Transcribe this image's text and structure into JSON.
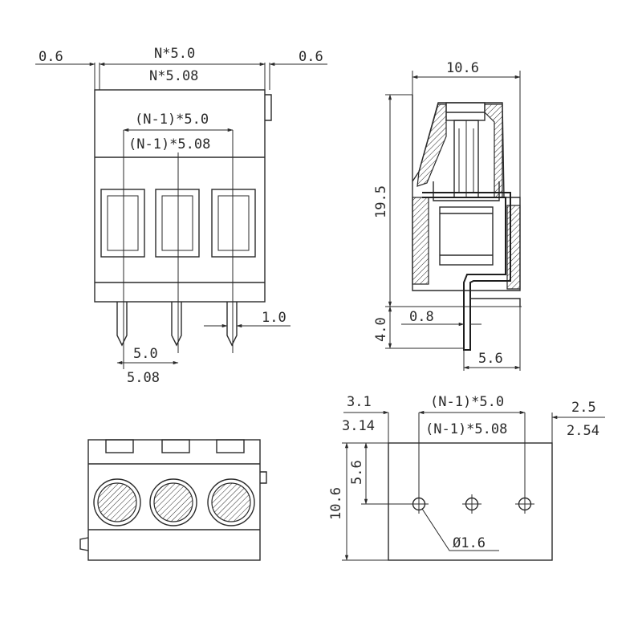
{
  "front_view": {
    "left_overhang": "0.6",
    "right_overhang": "0.6",
    "pitch_total_a": "N*5.0",
    "pitch_total_b": "N*5.08",
    "inner_span_a": "(N-1)*5.0",
    "inner_span_b": "(N-1)*5.08",
    "pin_width": "1.0",
    "pin_pitch_a": "5.0",
    "pin_pitch_b": "5.08"
  },
  "side_view": {
    "width": "10.6",
    "body_height": "19.5",
    "pin_length": "4.0",
    "pin_thickness": "0.8",
    "pin_offset": "5.6"
  },
  "pcb_layout": {
    "left_margin_a": "3.1",
    "left_margin_b": "3.14",
    "span_a": "(N-1)*5.0",
    "span_b": "(N-1)*5.08",
    "right_margin_a": "2.5",
    "right_margin_b": "2.54",
    "board_height": "10.6",
    "hole_row_offset": "5.6",
    "hole_diameter": "Ø1.6"
  }
}
